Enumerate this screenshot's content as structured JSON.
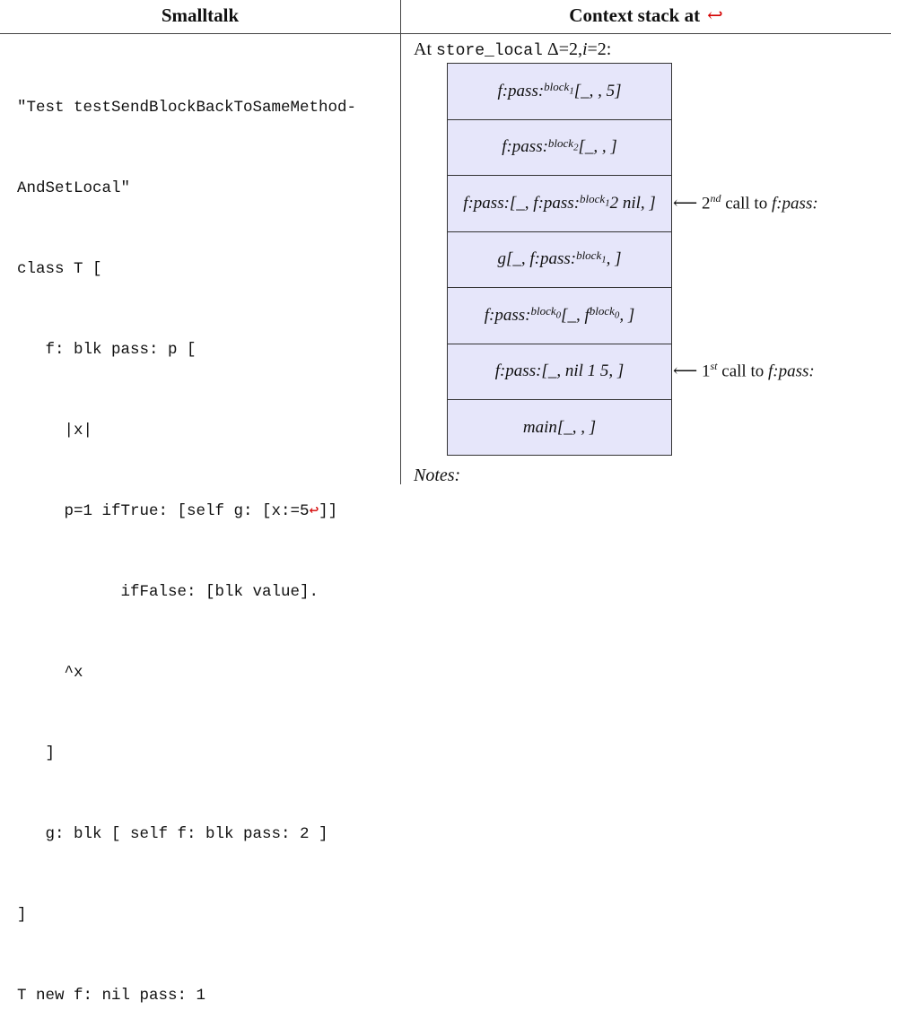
{
  "headers": {
    "left": "Smalltalk",
    "right": "Context stack at",
    "right_marker": "↩"
  },
  "code_lines": [
    "\"Test testSendBlockBackToSameMethod-",
    "AndSetLocal\"",
    "class T [",
    "   f: blk pass: p [",
    "     |x|",
    "     p=1 ifTrue: [self g: [x:=5",
    "           ifFalse: [blk value].",
    "     ^x",
    "   ]",
    "   g: blk [ self f: blk pass: 2 ]",
    "]",
    "T new f: nil pass: 1"
  ],
  "code_marker": "↩",
  "code_marker_tail": "]]",
  "at_line": {
    "prefix": "At ",
    "instr": "store_local",
    "delta": "Δ=2,",
    "i_var": "i",
    "i_val": "=2:"
  },
  "frames": [
    {
      "pre": "f:pass:",
      "sup": "block",
      "sub": "1",
      "post": "[",
      "args": "_, , 5]"
    },
    {
      "pre": "f:pass:",
      "sup": "block",
      "sub": "2",
      "post": "[",
      "args": "_, , ]"
    },
    {
      "text": "f:pass:[_, f:pass:",
      "sup": "block",
      "sub": "1",
      "post": " 2 nil, ]"
    },
    {
      "text": "g[_, f:pass:",
      "sup": "block",
      "sub": "1",
      "post": ", ]"
    },
    {
      "text": "f:pass:",
      "sup": "block",
      "sub": "0",
      "post": "[_, f",
      "sup2": "block",
      "sub2": "0",
      "post2": ", ]"
    },
    {
      "text": "f:pass:[_, nil 1 5, ]"
    },
    {
      "text": "main[_, , ]"
    }
  ],
  "call_notes": [
    {
      "ord": "2",
      "ord_sup": "nd",
      "text": " call to ",
      "fn": "f:pass:"
    },
    {
      "ord": "1",
      "ord_sup": "st",
      "text": " call to ",
      "fn": "f:pass:"
    }
  ],
  "notes_label": "Notes:",
  "colors": {
    "accent_red": "#d40000",
    "stack_fill": "#e6e6fa"
  }
}
